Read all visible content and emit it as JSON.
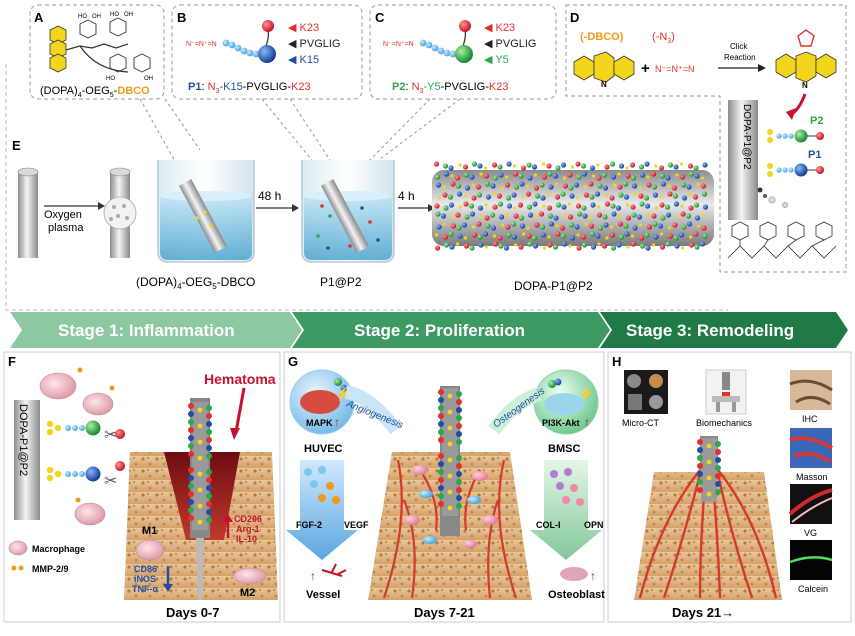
{
  "panels": {
    "a": {
      "letter": "A",
      "oh_label": "HO",
      "oh_label2": "OH",
      "caption_prefix": "(DOPA)",
      "caption_sub4": "4",
      "caption_mid": "-OEG",
      "caption_sub5": "5",
      "caption_dash": "-",
      "caption_suffix": "DBCO"
    },
    "b": {
      "letter": "B",
      "azide": "N⁻=N⁺=N",
      "k23": "K23",
      "pvglig": "PVGLIG",
      "k15": "K15",
      "caption_id": "P1",
      "caption_colon": ":",
      "caption_n3": "N",
      "caption_n3_sub": "3",
      "caption_k15": "-K15",
      "caption_pvglig": "-PVGLIG-",
      "caption_k23": "K23"
    },
    "c": {
      "letter": "C",
      "azide": "N⁻=N⁺=N",
      "k23": "K23",
      "pvglig": "PVGLIG",
      "y5": "Y5",
      "caption_id": "P2",
      "caption_colon": ":",
      "caption_n3": "N",
      "caption_n3_sub": "3",
      "caption_y5": "-Y5",
      "caption_pvglig": "-PVGLIG-",
      "caption_k23": "K23"
    },
    "d": {
      "letter": "D",
      "dbco_label": "(-DBCO)",
      "n3_label": "(-N",
      "n3_sub": "3",
      "n3_close": ")",
      "plus": "+",
      "azide": "N⁻=N⁺=N",
      "arrow_label_1": "Click",
      "arrow_label_2": "Reaction",
      "n_atom": "N",
      "side_label": "DOPA-P1@P2",
      "p1": "P1",
      "p2": "P2"
    },
    "e": {
      "letter": "E",
      "step1_1": "Oxygen",
      "step1_2": "plasma",
      "beaker1_prefix": "(DOPA)",
      "beaker1_sub4": "4",
      "beaker1_mid": "-OEG",
      "beaker1_sub5": "5",
      "beaker1_suffix": "-DBCO",
      "time1": "48 h",
      "beaker2": "P1@P2",
      "time2": "4 h",
      "final": "DOPA-P1@P2"
    }
  },
  "stages": [
    {
      "label": "Stage 1: Inflammation",
      "color": "#8cc9a0"
    },
    {
      "label": "Stage 2: Proliferation",
      "color": "#3d9a62"
    },
    {
      "label": "Stage 3: Remodeling",
      "color": "#1f7a46"
    }
  ],
  "f": {
    "letter": "F",
    "side_label": "DOPA-P1@P2",
    "hematoma": "Hematoma",
    "m1": "M1",
    "m2": "M2",
    "m1_markers": [
      "CD86",
      "iNOS",
      "TNF-α"
    ],
    "m2_markers": [
      "CD206",
      "Arg-1",
      "IL-10"
    ],
    "legend_macrophage": "Macrophage",
    "legend_mmp": "MMP-2/9",
    "days": "Days 0-7"
  },
  "g": {
    "letter": "G",
    "left_pathway": "MAPK",
    "left_cell": "HUVEC",
    "left_factors": [
      "FGF-2",
      "VEGF"
    ],
    "left_outcome": "Vessel",
    "left_process": "Angiogenesis",
    "right_pathway": "PI3K-Akt",
    "right_cell": "BMSC",
    "right_factors": [
      "COL-I",
      "OPN"
    ],
    "right_outcome": "Osteoblast",
    "right_process": "Osteogenesis",
    "days": "Days 7-21"
  },
  "h": {
    "letter": "H",
    "microct": "Micro-CT",
    "biomech": "Biomechanics",
    "ihc": "IHC",
    "masson": "Masson",
    "vg": "VG",
    "calcein": "Calcein",
    "days": "Days 21→"
  },
  "colors": {
    "red": "#e0312b",
    "blue": "#1f4fa3",
    "green": "#2aa84a",
    "orange": "#f09a1a",
    "yellow": "#f3d51b",
    "dark_red": "#c8102e",
    "cyan": "#1c8fd0"
  }
}
